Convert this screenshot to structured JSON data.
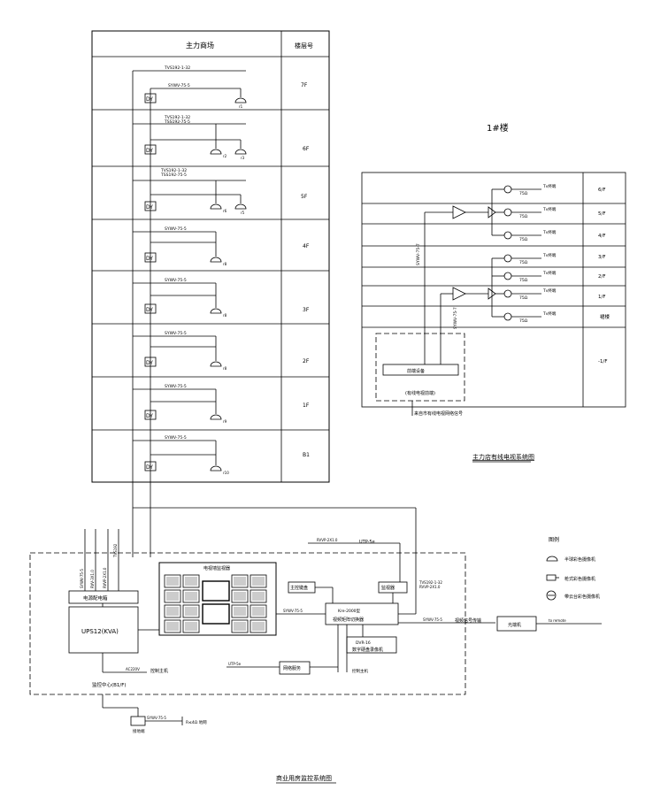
{
  "floor_table": {
    "header_left": "主力商场",
    "header_right": "楼层号",
    "rows": [
      {
        "floor": "7F",
        "labels": [
          "TVS192-1-32",
          "SYWV-75-5"
        ],
        "cams": [
          "r1"
        ]
      },
      {
        "floor": "6F",
        "labels": [
          "TVS192-1-32",
          "TSS192-75-5"
        ],
        "cams": [
          "r2",
          "r3"
        ]
      },
      {
        "floor": "5F",
        "labels": [
          "TVS192-1-32",
          "TSS192-75-5"
        ],
        "cams": [
          "r6",
          "r5"
        ]
      },
      {
        "floor": "4F",
        "labels": [
          "SYWV-75-5"
        ],
        "cams": [
          "r8"
        ]
      },
      {
        "floor": "3F",
        "labels": [
          "SYWV-75-5"
        ],
        "cams": [
          "r8"
        ]
      },
      {
        "floor": "2F",
        "labels": [
          "SYWV-75-5"
        ],
        "cams": [
          "r8"
        ]
      },
      {
        "floor": "1F",
        "labels": [
          "SYWV-75-5"
        ],
        "cams": [
          "r9"
        ]
      },
      {
        "floor": "B1",
        "labels": [
          "SYWV-75-5"
        ],
        "cams": [
          "r10"
        ]
      }
    ],
    "dy_label": "DY"
  },
  "catv": {
    "title_mark": "1#楼",
    "floors": [
      "6/F",
      "5/F",
      "4/F",
      "3/F",
      "2/F",
      "1/F",
      "裙楼",
      "-1/F"
    ],
    "outlet_label": "75Ω",
    "tv_label": "Tv终端",
    "cable_label": "SYWV-75-7",
    "front_label": "前端设备",
    "front_sub": "(有线电视前端)",
    "source_label": "来自市有线电视网络信号",
    "caption": "主力店有线电视系统图"
  },
  "control": {
    "ups_label": "UPS12(KVA)",
    "power_box": "电源配电箱",
    "tvwall_label": "电视墙监视器",
    "matrix_title": "Kre-2000型",
    "matrix_label": "视频矩阵切换器",
    "hdd_title": "DVR-16",
    "hdd_label": "数字硬盘录像机",
    "keyboard_label": "主控键盘",
    "monitor_label": "监视器",
    "printer_label": "控制主机",
    "network_label": "网络服务",
    "power_line": "AC220V",
    "room_label": "监控中心(B1/F)",
    "cable_a": "TVS192-1-32",
    "cable_b": "SYWV-75-5",
    "cable_c": "RVVP-2X1.0",
    "cable_d": "UTP-5e",
    "ext_label": "光端机",
    "ext_line": "视频信号传输",
    "remote_label": "to remote",
    "ground_label": "接地端",
    "ground_res": "R≤4Ω 地网",
    "line_v1": "SYWV-75-5",
    "line_v2": "RVV-3X1.0",
    "line_v3": "RVVP-2X1.0",
    "line_v4": "TVS192"
  },
  "legend": {
    "title": "图例",
    "items": [
      "半球彩色摄像机",
      "枪式彩色摄像机",
      "带云台彩色摄像机"
    ]
  },
  "main_caption": "商业用房监控系统图"
}
